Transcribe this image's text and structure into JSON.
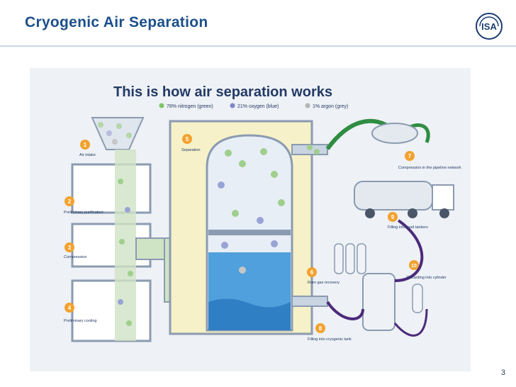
{
  "slide": {
    "title": "Cryogenic Air Separation",
    "page_number": "3",
    "logo_text": "ISA"
  },
  "illustration": {
    "heading": "This is how air separation works",
    "legend": [
      {
        "label": "78% nitrogen (green)",
        "color": "#7fc56a"
      },
      {
        "label": "21% oxygen (blue)",
        "color": "#7c86c9"
      },
      {
        "label": "1% argon (grey)",
        "color": "#b5b5b5"
      }
    ],
    "steps": [
      {
        "num": "1",
        "label": "Air intake"
      },
      {
        "num": "2",
        "label": "Preliminary purification"
      },
      {
        "num": "3",
        "label": "Compression"
      },
      {
        "num": "4",
        "label": "Preliminary cooling"
      },
      {
        "num": "5",
        "label": "Separation"
      },
      {
        "num": "6",
        "label": "Rare gas recovery"
      },
      {
        "num": "7",
        "label": "Compression in the pipeline network"
      },
      {
        "num": "8",
        "label": "Filling into cryogenic tank"
      },
      {
        "num": "9",
        "label": "Filling into road tankers"
      },
      {
        "num": "10",
        "label": "Decanting into cylinder"
      }
    ]
  }
}
